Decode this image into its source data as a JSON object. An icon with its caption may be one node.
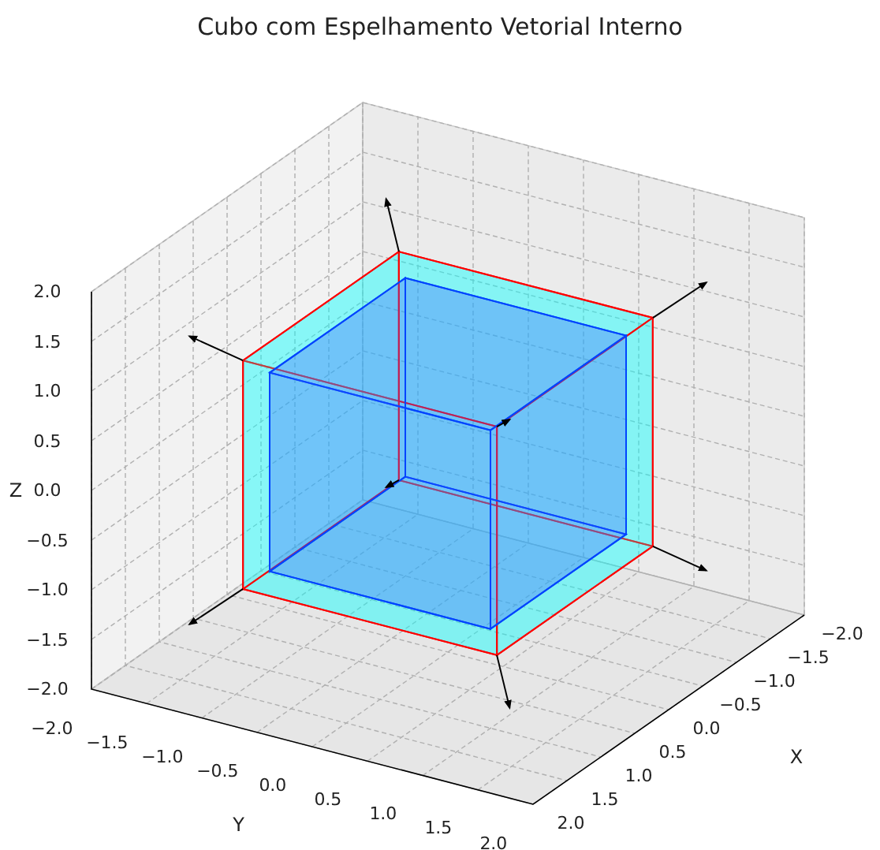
{
  "diagram": {
    "title": "Cubo com Espelhamento Vetorial Interno",
    "labels": [
      "2.0",
      "1.5",
      "1.0",
      "0.5",
      "0.0",
      "−0.5",
      "−1.0",
      "−1.5",
      "−2.0",
      "Z",
      "−2.0",
      "−1.5",
      "−1.0",
      "−0.5",
      "0.0",
      "0.5",
      "1.0",
      "1.5",
      "2.0",
      "Y",
      "−2.0",
      "−1.5",
      "−1.0",
      "−0.5",
      "0.0",
      "0.5",
      "1.0",
      "1.5",
      "2.0",
      "X"
    ]
  }
}
